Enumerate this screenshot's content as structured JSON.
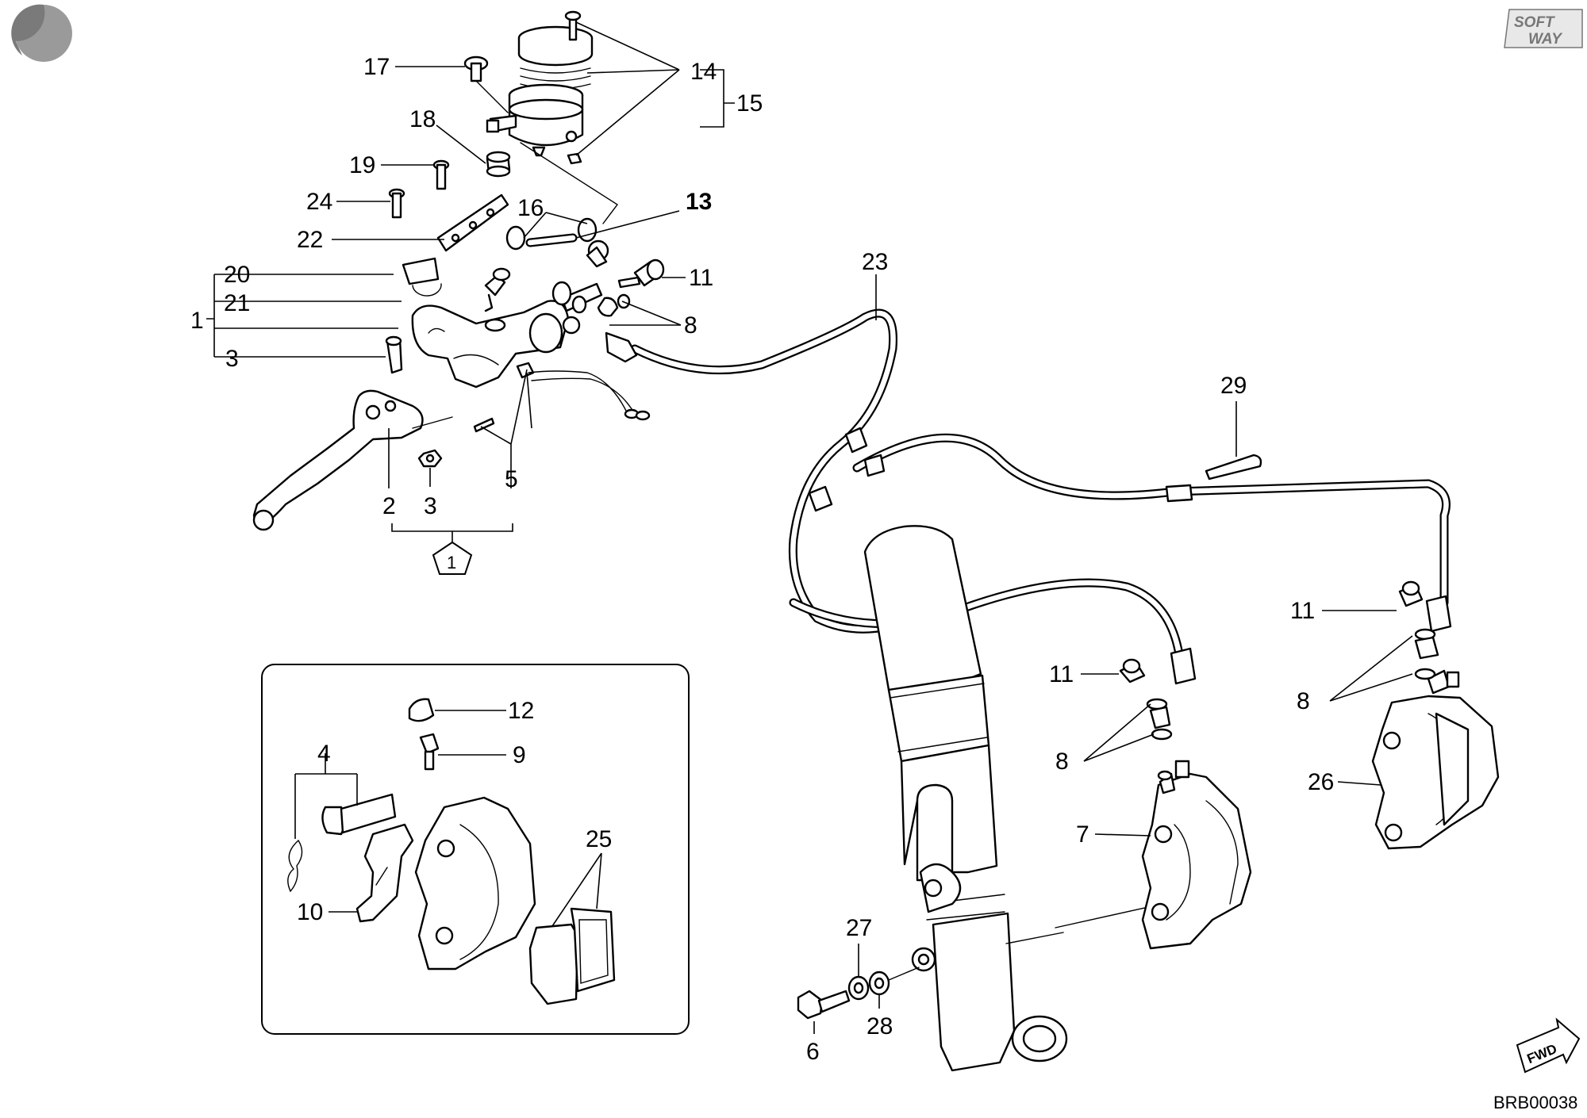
{
  "diagram": {
    "callouts": {
      "c1": "1",
      "c2": "2",
      "c3a": "3",
      "c3b": "3",
      "c4": "4",
      "c5": "5",
      "c6": "6",
      "c7": "7",
      "c8a": "8",
      "c8b": "8",
      "c8c": "8",
      "c9": "9",
      "c10": "10",
      "c11a": "11",
      "c11b": "11",
      "c11c": "11",
      "c12": "12",
      "c13": "13",
      "c14": "14",
      "c15": "15",
      "c16": "16",
      "c17": "17",
      "c18": "18",
      "c19": "19",
      "c20": "20",
      "c21": "21",
      "c22": "22",
      "c23": "23",
      "c24": "24",
      "c25": "25",
      "c26": "26",
      "c27": "27",
      "c28": "28",
      "c29": "29"
    },
    "kit_badge": "1",
    "fwd_label": "FWD",
    "reference_code": "BRB00038",
    "logo": {
      "line1": "SOFT",
      "line2": "WAY"
    },
    "icons": [
      "round-corner-mark-icon",
      "fwd-arrow-icon",
      "softway-logo-icon",
      "pentagon-badge-icon"
    ]
  }
}
